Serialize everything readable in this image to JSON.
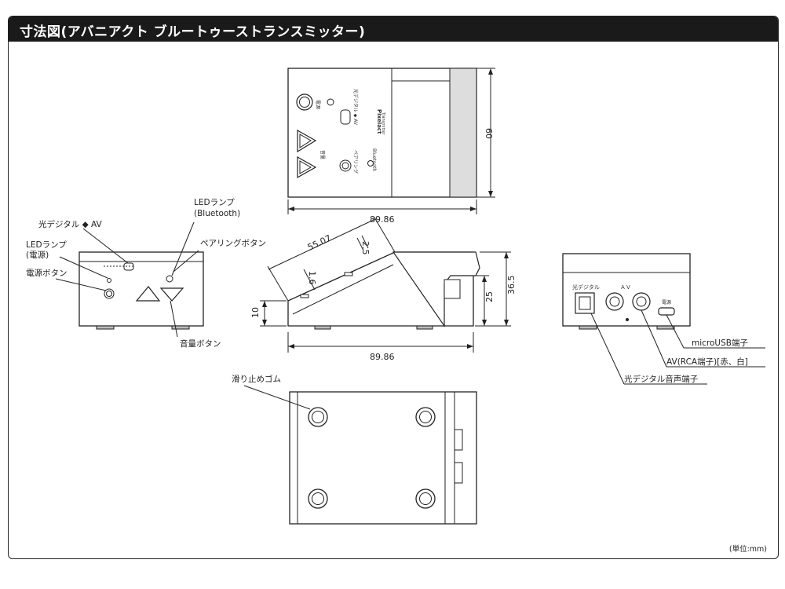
{
  "header": {
    "title": "寸法図(アバニアクト ブルートゥーストランスミッター)"
  },
  "dimensions": {
    "top_depth": "60",
    "top_width": "89.86",
    "side_slope": "55.07",
    "side_top_step": "2.5",
    "side_panel_offset": "1.6",
    "side_base_height": "10",
    "side_rear_height": "25",
    "side_total_height": "36.5",
    "side_width": "89.86"
  },
  "callouts": {
    "optical_av_switch": "光デジタル ◆ AV",
    "led_power_line1": "LEDランプ",
    "led_power_line2": "(電源)",
    "power_button": "電源ボタン",
    "led_bt_line1": "LEDランプ",
    "led_bt_line2": "(Bluetooth)",
    "pairing_button": "ペアリングボタン",
    "volume_buttons": "音量ボタン",
    "micro_usb": "microUSB端子",
    "av_rca": "AV(RCA端子)[赤、白]",
    "optical_port": "光デジタル音声端子",
    "rubber_feet": "滑り止めゴム"
  },
  "panel_prints": {
    "power": "電源",
    "optical_av": "光デジタル ◆ AV",
    "brand": "Pixelact",
    "brand_sub": "Transmitter",
    "volume": "音量",
    "pairing": "ペアリング",
    "bluetooth": "Bluetooth",
    "rear_optical": "光デジタル",
    "rear_av": "A V",
    "rear_power": "電源"
  },
  "footer": {
    "unit_note": "(単位:mm)"
  }
}
